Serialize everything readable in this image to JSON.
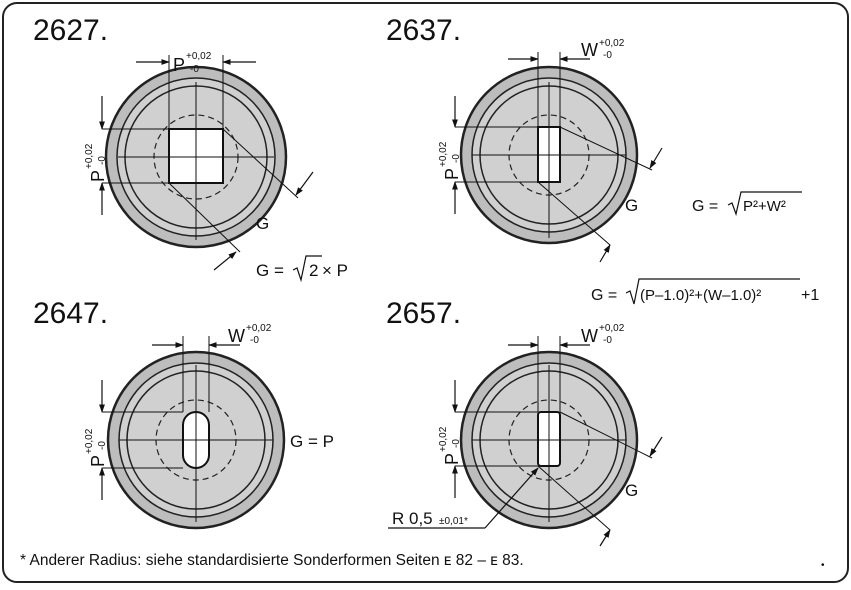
{
  "panels": [
    {
      "code": "2627.",
      "dim_top": {
        "letter": "P",
        "tol_upper": "+0,02",
        "tol_lower": "-0"
      },
      "dim_side": {
        "letter": "P",
        "tol_upper": "+0,02",
        "tol_lower": "-0"
      },
      "g_label": "G",
      "formula": {
        "lhs": "G = ",
        "radicand": "2",
        "rhs": " × P"
      }
    },
    {
      "code": "2637.",
      "dim_top": {
        "letter": "W",
        "tol_upper": "+0,02",
        "tol_lower": "-0"
      },
      "dim_side": {
        "letter": "P",
        "tol_upper": "+0,02",
        "tol_lower": "-0"
      },
      "g_label": "G",
      "formula": {
        "lhs": "G = ",
        "radicand": "P²+W²",
        "rhs": ""
      }
    },
    {
      "code": "2647.",
      "dim_top": {
        "letter": "W",
        "tol_upper": "+0,02",
        "tol_lower": "-0"
      },
      "dim_side": {
        "letter": "P",
        "tol_upper": "+0,02",
        "tol_lower": "-0"
      },
      "g_label": "G = P"
    },
    {
      "code": "2657.",
      "dim_top": {
        "letter": "W",
        "tol_upper": "+0,02",
        "tol_lower": "-0"
      },
      "dim_side": {
        "letter": "P",
        "tol_upper": "+0,02",
        "tol_lower": "-0"
      },
      "g_label": "G",
      "radius": {
        "main": "R 0,5",
        "tol": "±0,01*"
      }
    }
  ],
  "shared_formula": {
    "lhs": "G = ",
    "radicand": "(P–1.0)²+(W–1.0)²",
    "rhs": "+1"
  },
  "footnote": "* Anderer Radius: siehe standardisierte Sonderformen Seiten ᴇ 82 – ᴇ 83.",
  "corner_mark": "•"
}
